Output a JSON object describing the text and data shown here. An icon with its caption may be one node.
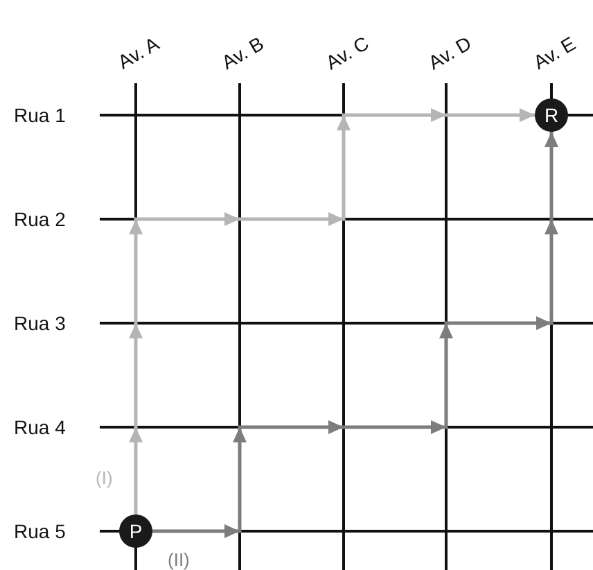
{
  "diagram": {
    "nodes": [
      {
        "text": [
          "P"
        ]
      },
      {
        "text": [
          "R"
        ]
      }
    ],
    "edges": [
      {
        "from": 0,
        "to": 1,
        "arrow": "to",
        "label": "(I)",
        "color": "#b5b5b5"
      },
      {
        "from": 0,
        "to": 1,
        "arrow": "to",
        "label": "(II)",
        "color": "#7d7d7d"
      }
    ],
    "labels": [
      "Av. A",
      "Av. B",
      "Av. C",
      "Av. D",
      "Av. E",
      "Rua 1",
      "Rua 2",
      "Rua 3",
      "Rua 4",
      "Rua 5"
    ]
  }
}
